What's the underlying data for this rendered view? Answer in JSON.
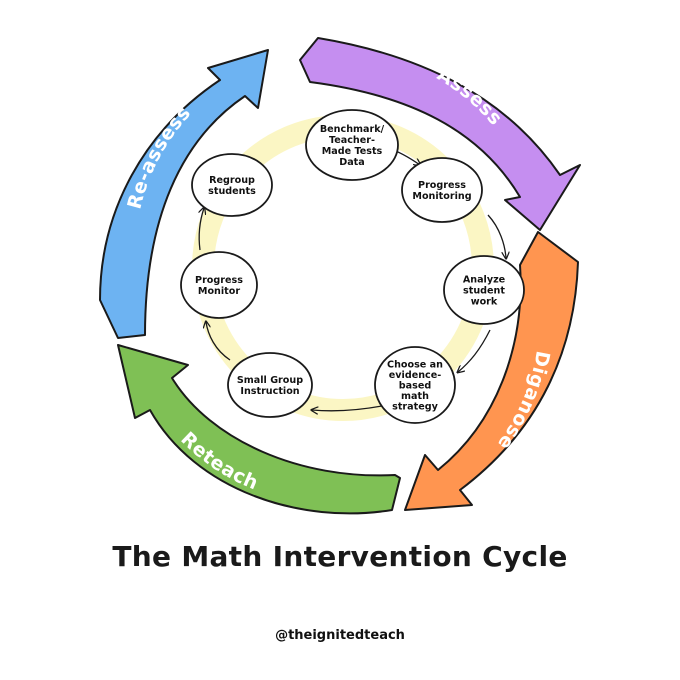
{
  "title": "The Math Intervention Cycle",
  "handle": "@theignitedteach",
  "outer_stages": [
    {
      "label": "Assess",
      "color": "#c58ef0"
    },
    {
      "label": "Diganose",
      "color": "#ff9550"
    },
    {
      "label": "Reteach",
      "color": "#7fc055"
    },
    {
      "label": "Re-assess",
      "color": "#6db3f2"
    }
  ],
  "inner_steps": [
    {
      "lines": [
        "Benchmark/",
        "Teacher-",
        "Made Tests",
        "Data"
      ]
    },
    {
      "lines": [
        "Progress",
        "Monitoring"
      ]
    },
    {
      "lines": [
        "Analyze",
        "student",
        "work"
      ]
    },
    {
      "lines": [
        "Choose an",
        "evidence-",
        "based",
        "math",
        "strategy"
      ]
    },
    {
      "lines": [
        "Small Group",
        "Instruction"
      ]
    },
    {
      "lines": [
        "Progress",
        "Monitor"
      ]
    },
    {
      "lines": [
        "Regroup",
        "students"
      ]
    }
  ],
  "colors": {
    "highlight_ring": "#fbf6c4",
    "outline": "#1a1a1a"
  }
}
